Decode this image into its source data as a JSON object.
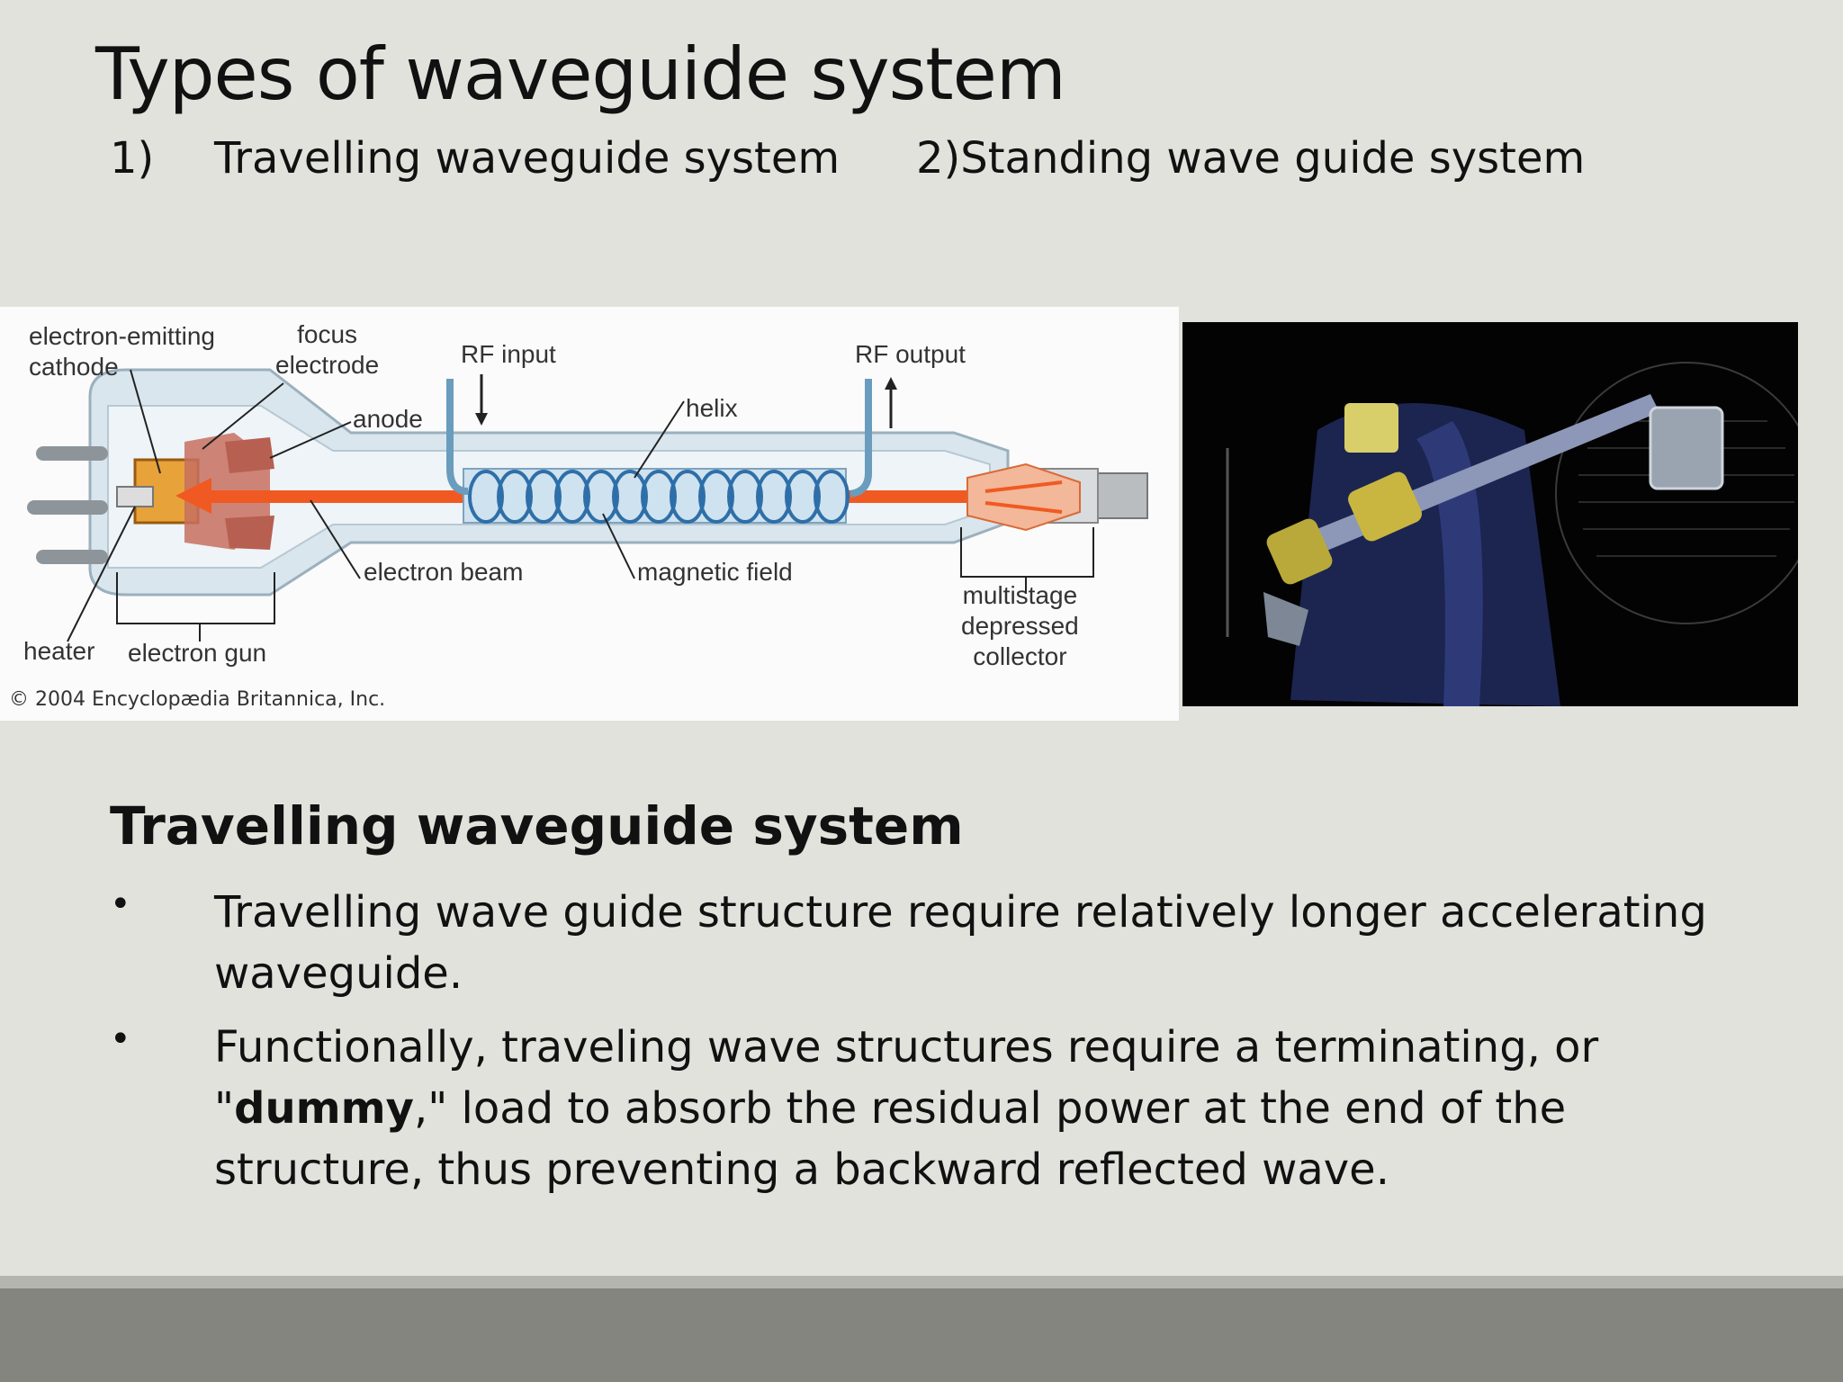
{
  "slide": {
    "title": "Types of waveguide system",
    "subtitle_num": "1)",
    "subtitle_1": "Travelling waveguide system",
    "subtitle_2": "2)Standing wave guide system"
  },
  "diagram": {
    "labels": {
      "cathode": "electron-emitting\ncathode",
      "focus": "focus\nelectrode",
      "anode": "anode",
      "rf_input": "RF input",
      "rf_output": "RF output",
      "helix": "helix",
      "electron_beam": "electron beam",
      "magnetic_field": "magnetic field",
      "collector": "multistage\ndepressed\ncollector",
      "heater": "heater",
      "electron_gun": "electron gun"
    },
    "copyright": "© 2004 Encyclopædia Britannica, Inc."
  },
  "section": {
    "heading": "Travelling waveguide system",
    "bullet_char": "•",
    "bullet1": "Travelling wave guide structure require relatively longer accelerating waveguide.",
    "bullet2_pre": "Functionally, traveling wave structures require a terminating, or \"",
    "bullet2_bold": "dummy",
    "bullet2_post": ",\" load to absorb the residual power at the end of the structure, thus preventing a backward reflected wave."
  },
  "colors": {
    "background": "#e2e2dd",
    "beam": "#f05a22",
    "footer": "#84857f"
  }
}
